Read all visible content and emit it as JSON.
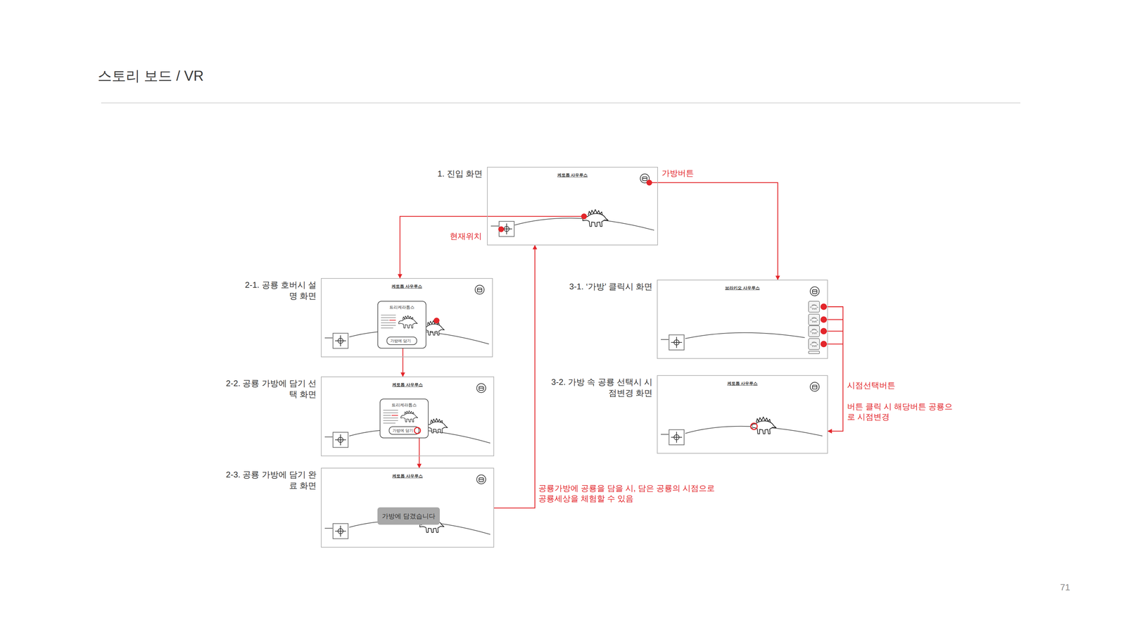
{
  "diagram": {
    "title": "스토리 보드 / VR",
    "nodes": [
      {
        "text": [
          "1. 진입 화면",
          "케토톱 사우루스"
        ]
      },
      {
        "text": [
          "2-1. 공룡 호버시 설명 화면",
          "케토톱 사우루스"
        ]
      },
      {
        "text": [
          "트리케라톱스",
          "가방에 담기"
        ],
        "in": 1
      },
      {
        "text": [
          "2-2. 공룡 가방에 담기 선택 화면",
          "케토톱 사우루스"
        ]
      },
      {
        "text": [
          "트리케라톱스",
          "가방에 담기"
        ],
        "in": 3
      },
      {
        "text": [
          "2-3. 공룡 가방에 담기 완료 화면",
          "케토톱 사우루스"
        ]
      },
      {
        "text": [
          "가방에 담겼습니다"
        ],
        "in": 5
      },
      {
        "text": [
          "3-1. ‘가방’ 클릭시 화면",
          "브라키오 사우루스"
        ]
      },
      {
        "text": [
          "3-2. 가방 속 공룡 선택시 시점변경 화면",
          "케토톱 사우루스"
        ]
      }
    ],
    "edges": [
      {
        "from": 0,
        "to": 1,
        "arrow": "to"
      },
      {
        "from": 0,
        "to": 7,
        "arrow": "to"
      },
      {
        "from": 2,
        "to": 3,
        "arrow": "to"
      },
      {
        "from": 4,
        "to": 5,
        "arrow": "to"
      },
      {
        "from": 5,
        "to": 0,
        "arrow": "to"
      },
      {
        "from": 7,
        "to": 8,
        "arrow": "to"
      }
    ],
    "labels": [
      "가방버튼",
      "현재위치",
      "공룡가방에 공룡을 담을 시, 담은 공룡의 시점으로 공룡세상을 체험할 수 있음",
      "시점선택버튼",
      "버튼 클릭 시 해당버튼 공룡으로 시점변경",
      "71"
    ]
  }
}
